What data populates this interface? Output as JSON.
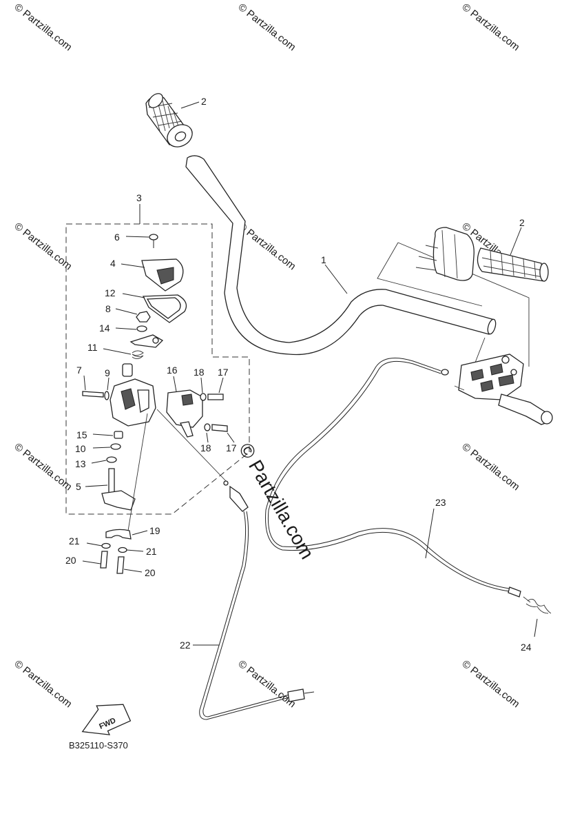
{
  "diagram": {
    "code": "B325110-S370",
    "fwd_label": "FWD",
    "watermark_small": "© Partzilla.com",
    "watermark_large": "© Partzilla.com"
  },
  "callouts": [
    {
      "id": "c2a",
      "text": "2"
    },
    {
      "id": "c2b",
      "text": "2"
    },
    {
      "id": "c1",
      "text": "1"
    },
    {
      "id": "c3",
      "text": "3"
    },
    {
      "id": "c6",
      "text": "6"
    },
    {
      "id": "c4",
      "text": "4"
    },
    {
      "id": "c12",
      "text": "12"
    },
    {
      "id": "c8",
      "text": "8"
    },
    {
      "id": "c14",
      "text": "14"
    },
    {
      "id": "c11",
      "text": "11"
    },
    {
      "id": "c7",
      "text": "7"
    },
    {
      "id": "c9",
      "text": "9"
    },
    {
      "id": "c16",
      "text": "16"
    },
    {
      "id": "c18a",
      "text": "18"
    },
    {
      "id": "c17a",
      "text": "17"
    },
    {
      "id": "c18b",
      "text": "18"
    },
    {
      "id": "c17b",
      "text": "17"
    },
    {
      "id": "c15",
      "text": "15"
    },
    {
      "id": "c10",
      "text": "10"
    },
    {
      "id": "c13",
      "text": "13"
    },
    {
      "id": "c5",
      "text": "5"
    },
    {
      "id": "c19",
      "text": "19"
    },
    {
      "id": "c21a",
      "text": "21"
    },
    {
      "id": "c21b",
      "text": "21"
    },
    {
      "id": "c20a",
      "text": "20"
    },
    {
      "id": "c20b",
      "text": "20"
    },
    {
      "id": "c22",
      "text": "22"
    },
    {
      "id": "c23",
      "text": "23"
    },
    {
      "id": "c24",
      "text": "24"
    }
  ]
}
